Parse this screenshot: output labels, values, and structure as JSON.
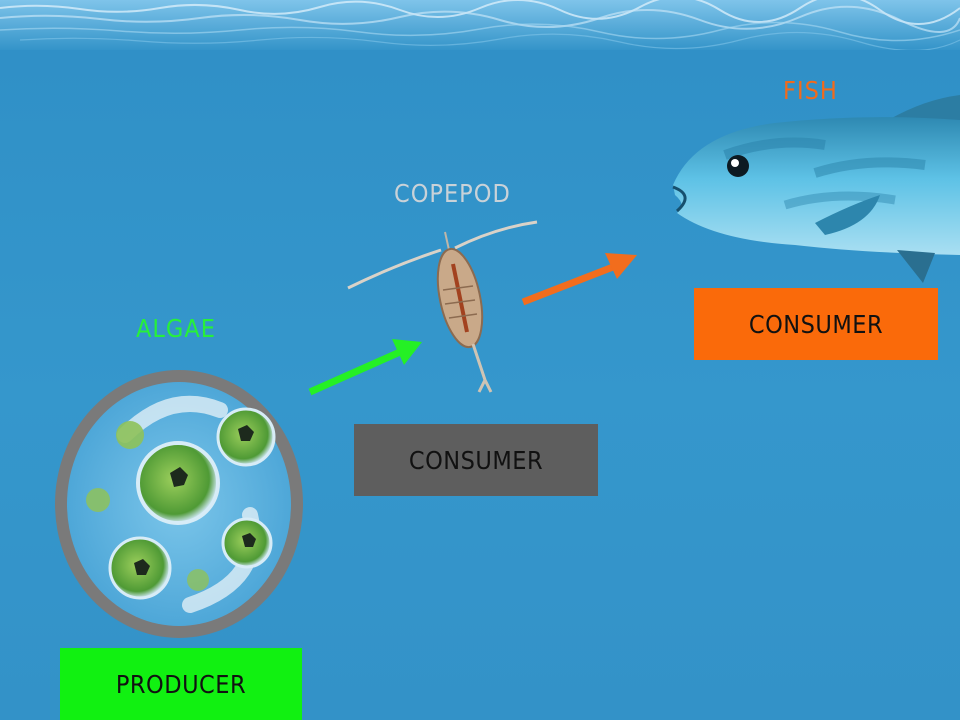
{
  "labels": {
    "algae": "ALGAE",
    "copepod": "COPEPOD",
    "fish": "FISH"
  },
  "boxes": {
    "producer": "PRODUCER",
    "consumer_copepod": "CONSUMER",
    "consumer_fish": "CONSUMER"
  },
  "colors": {
    "water": "#3494c9",
    "algae_label": "#27f03a",
    "copepod_label": "#c9d2d8",
    "fish_label": "#f26a1b",
    "producer_box": "#11f111",
    "consumer_copepod_box": "#5e5e5e",
    "consumer_fish_box": "#fa6a0a",
    "arrow_green": "#25f025",
    "arrow_orange": "#f26d1d"
  }
}
